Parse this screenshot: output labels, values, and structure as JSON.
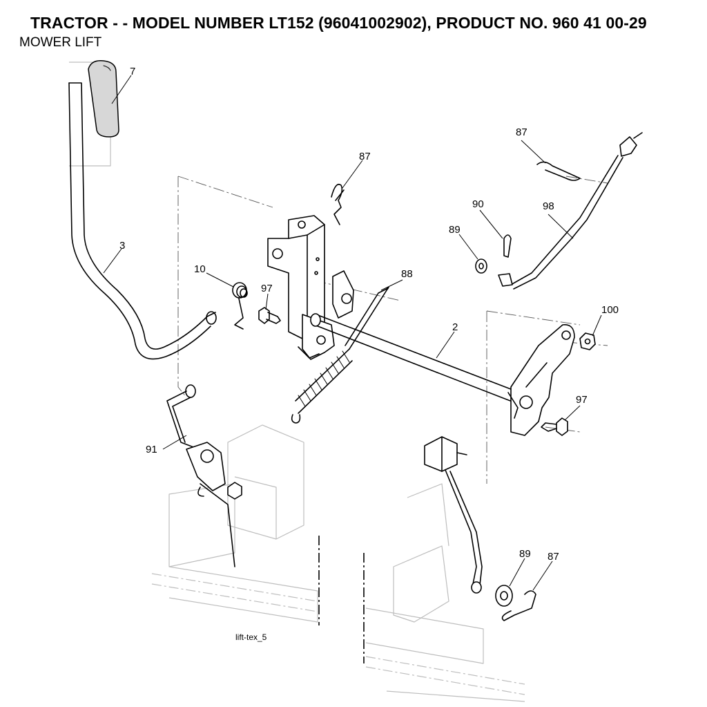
{
  "header": {
    "title": "TRACTOR - - MODEL NUMBER LT152 (96041002902), PRODUCT NO. 960 41 00-29",
    "subtitle": "MOWER LIFT"
  },
  "caption": "lift-tex_5",
  "callouts": {
    "c7": "7",
    "c3": "3",
    "c10": "10",
    "c97a": "97",
    "c87a": "87",
    "c88": "88",
    "c2": "2",
    "c87b": "87",
    "c90": "90",
    "c89a": "89",
    "c98": "98",
    "c100": "100",
    "c97b": "97",
    "c91": "91",
    "c89b": "89",
    "c87c": "87"
  }
}
